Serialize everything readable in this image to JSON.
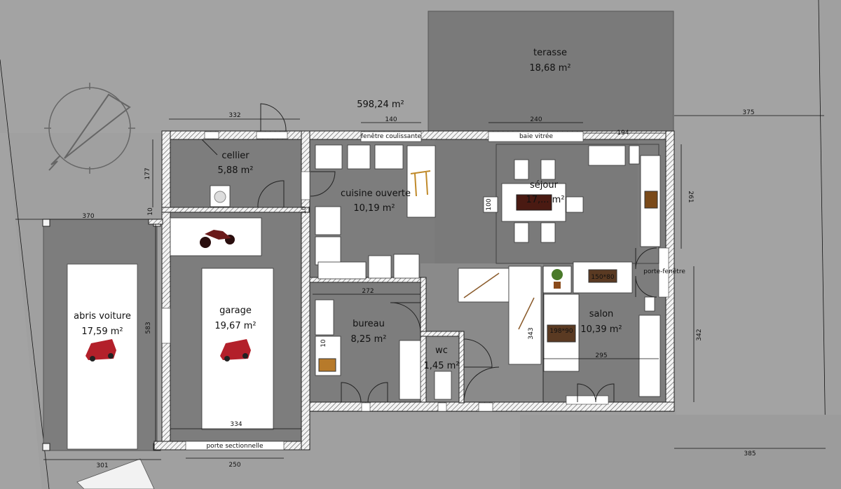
{
  "total_area": "598,24 m²",
  "rooms": {
    "terasse": {
      "name": "terasse",
      "area": "18,68 m²"
    },
    "cellier": {
      "name": "cellier",
      "area": "5,88 m²"
    },
    "cuisine": {
      "name": "cuisine ouverte",
      "area": "10,19 m²"
    },
    "sejour": {
      "name": "séjour",
      "area": "17,... m²"
    },
    "abris": {
      "name": "abris voiture",
      "area": "17,59 m²"
    },
    "garage": {
      "name": "garage",
      "area": "19,67 m²"
    },
    "bureau": {
      "name": "bureau",
      "area": "8,25 m²"
    },
    "wc": {
      "name": "wc",
      "area": "1,45 m²"
    },
    "salon": {
      "name": "salon",
      "area": "10,39 m²"
    }
  },
  "labels": {
    "fenetre": "fenêtre coulissante",
    "baie": "baie vitrée",
    "porte_fenetre": "porte-fenêtre",
    "porte_sect": "porte sectionnelle",
    "table": "150*80",
    "sofa": "198*90"
  },
  "dims": {
    "d332": "332",
    "d140": "140",
    "d240": "240",
    "d194": "194",
    "d375": "375",
    "d177": "177",
    "d261": "261",
    "d370": "370",
    "d583": "583",
    "d334": "334",
    "d272": "272",
    "d343": "343",
    "d342": "342",
    "d295": "295",
    "d385": "385",
    "d301": "301",
    "d250": "250",
    "d10a": "10",
    "d10b": "10",
    "d10c": "10",
    "d100": "100"
  },
  "colors": {
    "ground": "#a3a3a3",
    "room": "#7d7d7d",
    "wall": "#f4f4f4",
    "car": "#b3202a"
  }
}
